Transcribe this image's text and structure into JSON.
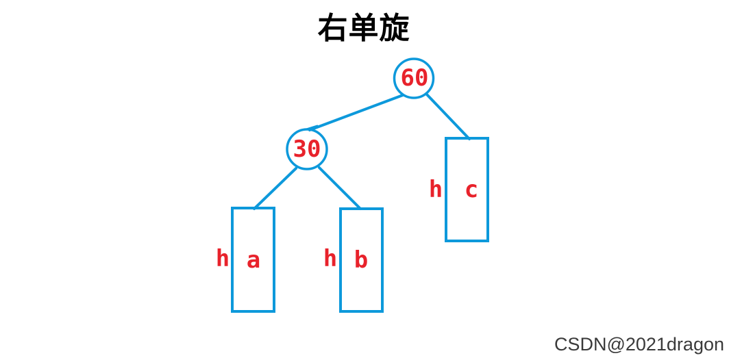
{
  "title": "右单旋",
  "watermark": "CSDN@2021dragon",
  "colors": {
    "line_blue": "#0D99DB",
    "label_red": "#E8222B",
    "title_black": "#000000",
    "watermark_gray": "#3A3A3A"
  },
  "tree": {
    "nodes": [
      {
        "value": "60"
      },
      {
        "value": "30"
      }
    ],
    "subtrees": [
      {
        "height_label": "h",
        "name": "a"
      },
      {
        "height_label": "h",
        "name": "b"
      },
      {
        "height_label": "h",
        "name": "c"
      }
    ]
  }
}
